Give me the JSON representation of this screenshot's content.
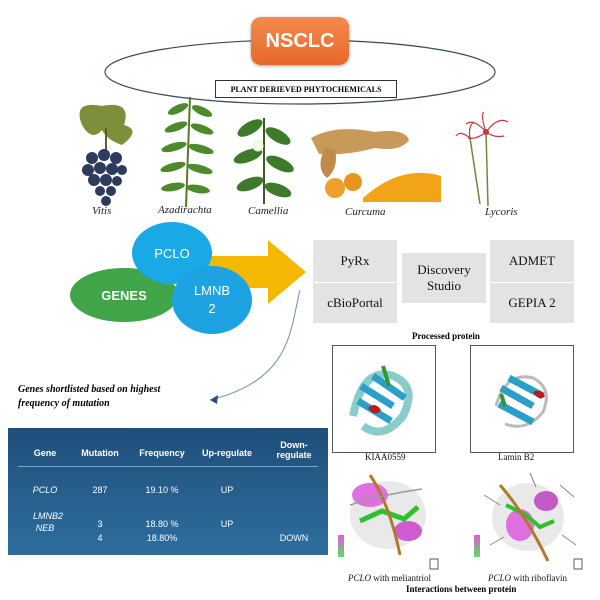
{
  "title": "NSCLC",
  "subtitle_box": "PLANT DERIEVED PHYTOCHEMICALS",
  "plants": [
    "Vitis",
    "Azadirachta",
    "Camellia",
    "Curcuma",
    "Lycoris"
  ],
  "genes_group": {
    "label": "GENES",
    "gene1": "PCLO",
    "gene2_line1": "LMNB",
    "gene2_line2": "2"
  },
  "tools": {
    "pyrx": "PyRx",
    "cbioportal": "cBioPortal",
    "ds_line1": "Discovery",
    "ds_line2": "Studio",
    "admet": "ADMET",
    "gepia": "GEPIA 2"
  },
  "processed": {
    "title": "Processed protein",
    "left_caption": "KIAA0559",
    "right_caption": "Lamin B2"
  },
  "interactions": {
    "title": "Interactions between protein",
    "left_gene": "PCLO",
    "left_text": " with meliantriol",
    "right_gene": "PCLO",
    "right_text": " with riboflavin"
  },
  "shortlist": {
    "line1": "Genes shortlisted based on highest",
    "line2": "frequency of mutation"
  },
  "table": {
    "headers": {
      "gene": "Gene",
      "mutation": "Mutation",
      "frequency": "Frequency",
      "up": "Up-regulate",
      "down_line1": "Down-",
      "down_line2": "regulate"
    },
    "rows": [
      {
        "gene": "PCLO",
        "mutation": "287",
        "frequency": "19.10 %",
        "up": "UP",
        "down": ""
      },
      {
        "gene": "LMNB2",
        "mutation": "3",
        "frequency": "18.80 %",
        "up": "UP",
        "down": ""
      },
      {
        "gene": "NEB",
        "mutation": "4",
        "frequency": "18.80%",
        "up": "",
        "down": "DOWN"
      }
    ]
  },
  "colors": {
    "nsclc": "#e8672a",
    "genes": "#3fa548",
    "gene_circles": "#1aa6e5",
    "arrow": "#f5b800",
    "table_bg": "#24587f"
  }
}
